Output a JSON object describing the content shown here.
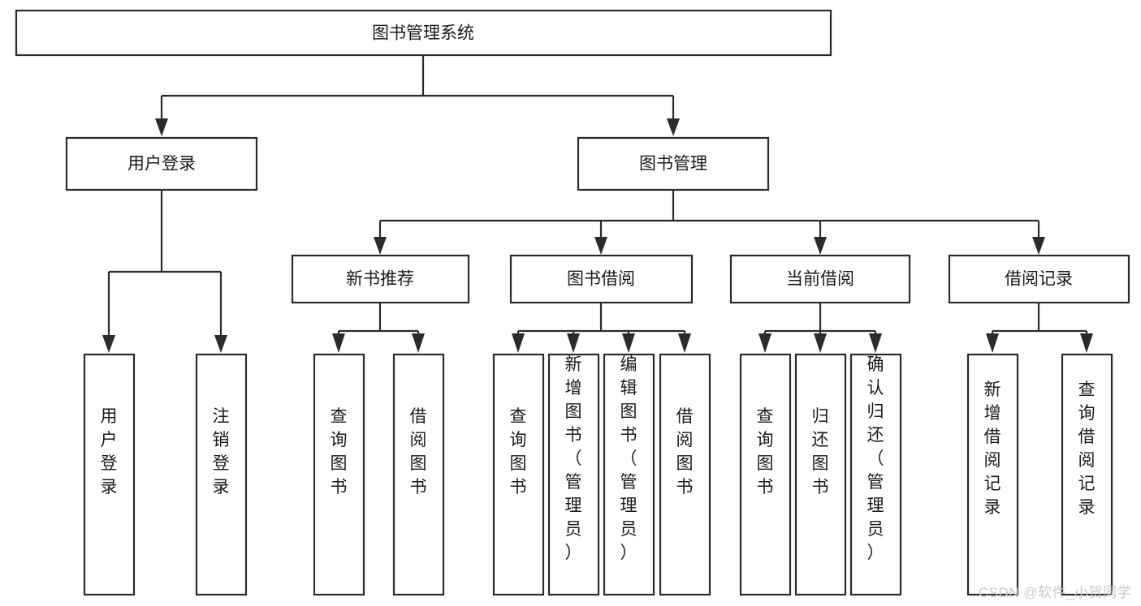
{
  "diagram": {
    "type": "tree-hierarchy",
    "title": "图书管理系统",
    "orientation": "top-down",
    "colors": {
      "box_stroke": "#2b2b2b",
      "box_fill": "#ffffff",
      "text": "#1a1a1a",
      "connector": "#2b2b2b",
      "watermark": "#c9c9c9",
      "background": "#ffffff"
    },
    "levels": {
      "root": "图书管理系统",
      "level2": [
        "用户登录",
        "图书管理"
      ],
      "level3": [
        "新书推荐",
        "图书借阅",
        "当前借阅",
        "借阅记录"
      ]
    },
    "nodes": {
      "root": {
        "id": "root",
        "label": "图书管理系统",
        "level": 1,
        "orientation": "horizontal"
      },
      "n_user_login": {
        "id": "n_user_login",
        "label": "用户登录",
        "level": 2,
        "orientation": "horizontal"
      },
      "n_book_mgmt": {
        "id": "n_book_mgmt",
        "label": "图书管理",
        "level": 2,
        "orientation": "horizontal"
      },
      "n_new_rec": {
        "id": "n_new_rec",
        "label": "新书推荐",
        "level": 3,
        "orientation": "horizontal"
      },
      "n_borrow": {
        "id": "n_borrow",
        "label": "图书借阅",
        "level": 3,
        "orientation": "horizontal"
      },
      "n_current": {
        "id": "n_current",
        "label": "当前借阅",
        "level": 3,
        "orientation": "horizontal"
      },
      "n_records": {
        "id": "n_records",
        "label": "借阅记录",
        "level": 3,
        "orientation": "horizontal"
      },
      "l_user_login": {
        "id": "l_user_login",
        "label": "用户登录",
        "level": 4,
        "orientation": "vertical",
        "parent": "用户登录"
      },
      "l_logout": {
        "id": "l_logout",
        "label": "注销登录",
        "level": 4,
        "orientation": "vertical",
        "parent": "用户登录"
      },
      "l_query_book_1": {
        "id": "l_query_book_1",
        "label": "查询图书",
        "level": 4,
        "orientation": "vertical",
        "parent": "新书推荐"
      },
      "l_borrow_book_1": {
        "id": "l_borrow_book_1",
        "label": "借阅图书",
        "level": 4,
        "orientation": "vertical",
        "parent": "新书推荐"
      },
      "l_query_book_2": {
        "id": "l_query_book_2",
        "label": "查询图书",
        "level": 4,
        "orientation": "vertical",
        "parent": "图书借阅"
      },
      "l_add_book": {
        "id": "l_add_book",
        "label": "新增图书（管理员）",
        "level": 4,
        "orientation": "vertical",
        "parent": "图书借阅"
      },
      "l_edit_book": {
        "id": "l_edit_book",
        "label": "编辑图书（管理员）",
        "level": 4,
        "orientation": "vertical",
        "parent": "图书借阅"
      },
      "l_borrow_book_2": {
        "id": "l_borrow_book_2",
        "label": "借阅图书",
        "level": 4,
        "orientation": "vertical",
        "parent": "图书借阅"
      },
      "l_query_book_3": {
        "id": "l_query_book_3",
        "label": "查询图书",
        "level": 4,
        "orientation": "vertical",
        "parent": "当前借阅"
      },
      "l_return_book": {
        "id": "l_return_book",
        "label": "归还图书",
        "level": 4,
        "orientation": "vertical",
        "parent": "当前借阅"
      },
      "l_confirm_return": {
        "id": "l_confirm_return",
        "label": "确认归还（管理员）",
        "level": 4,
        "orientation": "vertical",
        "parent": "当前借阅"
      },
      "l_add_record": {
        "id": "l_add_record",
        "label": "新增借阅记录",
        "level": 4,
        "orientation": "vertical",
        "parent": "借阅记录"
      },
      "l_query_record": {
        "id": "l_query_record",
        "label": "查询借阅记录",
        "level": 4,
        "orientation": "vertical",
        "parent": "借阅记录"
      }
    },
    "edges": [
      {
        "from": "图书管理系统",
        "to": "用户登录"
      },
      {
        "from": "图书管理系统",
        "to": "图书管理"
      },
      {
        "from": "用户登录",
        "to": "用户登录"
      },
      {
        "from": "用户登录",
        "to": "注销登录"
      },
      {
        "from": "图书管理",
        "to": "新书推荐"
      },
      {
        "from": "图书管理",
        "to": "图书借阅"
      },
      {
        "from": "图书管理",
        "to": "当前借阅"
      },
      {
        "from": "图书管理",
        "to": "借阅记录"
      },
      {
        "from": "新书推荐",
        "to": "查询图书"
      },
      {
        "from": "新书推荐",
        "to": "借阅图书"
      },
      {
        "from": "图书借阅",
        "to": "查询图书"
      },
      {
        "from": "图书借阅",
        "to": "新增图书（管理员）"
      },
      {
        "from": "图书借阅",
        "to": "编辑图书（管理员）"
      },
      {
        "from": "图书借阅",
        "to": "借阅图书"
      },
      {
        "from": "当前借阅",
        "to": "查询图书"
      },
      {
        "from": "当前借阅",
        "to": "归还图书"
      },
      {
        "from": "当前借阅",
        "to": "确认归还（管理员）"
      },
      {
        "from": "借阅记录",
        "to": "新增借阅记录"
      },
      {
        "from": "借阅记录",
        "to": "查询借阅记录"
      }
    ]
  },
  "watermark": {
    "text": "CSDN @软件_小贺同学"
  }
}
